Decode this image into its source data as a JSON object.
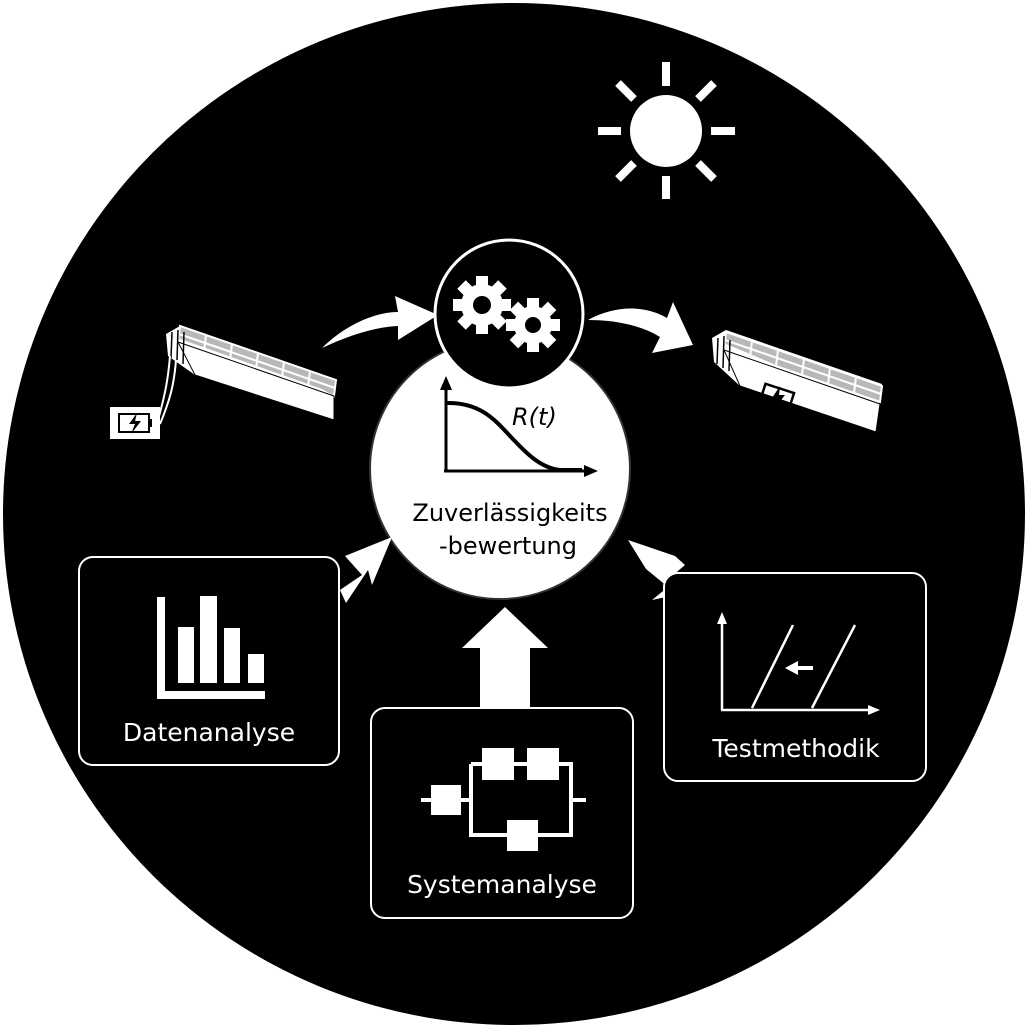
{
  "center": {
    "curve_label": "R(t)",
    "title_line1": "Zuverlässigkeits",
    "title_line2": "-bewertung"
  },
  "boxes": {
    "data_analysis": "Datenanalyse",
    "system_analysis": "Systemanalyse",
    "test_method": "Testmethodik"
  },
  "colors": {
    "background": "#000000",
    "foreground": "#ffffff",
    "panel_gray": "#b8b8b8"
  }
}
